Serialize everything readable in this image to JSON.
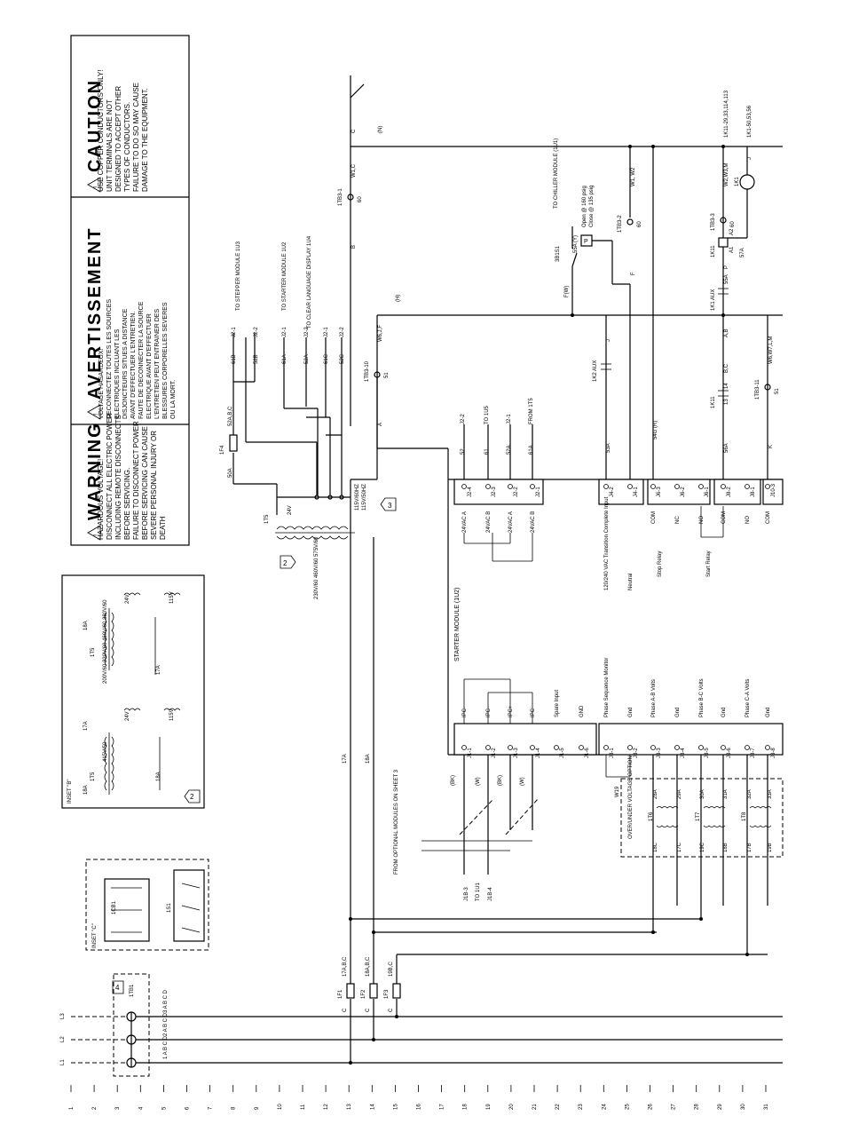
{
  "warning": {
    "title": "WARNING",
    "lines": [
      "HAZARDOUS VOLTAGE!",
      "DISCONNECT ALL ELECTRIC POWER",
      "INCLUDING REMOTE DISCONNECTS",
      "BEFORE SERVICING.",
      "FAILURE TO DISCONNECT POWER",
      "BEFORE SERVICING CAN CAUSE",
      "SEVERE PERSONAL INJURY OR",
      "DEATH"
    ]
  },
  "avertissement": {
    "title": "AVERTISSEMENT",
    "lines": [
      "VOLTAGE HASARDEUX!",
      "DECONNECTEZ TOUTES LES SOURCES",
      "ELECTRIQUES INCLUANT LES",
      "DISJONCTEURS SITUES A DISTANCE",
      "AVANT D'EFFECTUER L'ENTRETIEN.",
      "FAUTE DE DECONNECTER LA SOURCE",
      "ELECTRIQUE AVANT D'EFFECTUER",
      "L'ENTRETIEN PEUT ENTRAINER DES",
      "BLESSURES CORPORELLES SEVERES",
      "OU LA MORT."
    ]
  },
  "caution": {
    "title": "CAUTION",
    "lines": [
      "USE COPPER CONDUCTORS ONLY!",
      "UNIT TERMINALS ARE NOT",
      "DESIGNED TO ACCEPT OTHER",
      "TYPES OF CONDUCTORS.",
      "FAILURE TO DO SO MAY CAUSE",
      "DAMAGE TO THE EQUIPMENT."
    ]
  },
  "line_numbers": [
    "1",
    "2",
    "3",
    "4",
    "5",
    "6",
    "7",
    "8",
    "9",
    "10",
    "11",
    "12",
    "13",
    "14",
    "15",
    "16",
    "17",
    "18",
    "19",
    "20",
    "21",
    "22",
    "23",
    "24",
    "25",
    "26",
    "27",
    "28",
    "29",
    "30",
    "31"
  ],
  "power_in": {
    "terminal_block": "1TB1",
    "lines": [
      "L1",
      "L2",
      "L3"
    ],
    "phase_labels": [
      "1 A B C D",
      "2 A B C D",
      "3 A B C D"
    ],
    "fuses": [
      "1F1",
      "1F2",
      "1F3"
    ],
    "fuse_wires": [
      "17A,B,C",
      "18A,B,C",
      "19B,C"
    ],
    "c_labels": [
      "C",
      "C",
      "C"
    ],
    "note": "4"
  },
  "inset_c": {
    "label": "INSET \"C\"",
    "breaker": "1CB1",
    "switch": "1S1"
  },
  "inset_b": {
    "label": "INSET \"B\"",
    "note": "2",
    "voltage_a": "415V/50",
    "voltage_b": "200V/60  230V/60  460V/60  380V/60",
    "t_labels": [
      "1T5",
      "1T5"
    ],
    "wires": [
      "18A",
      "17A",
      "18A",
      "17A"
    ],
    "coil_labels": [
      "24V",
      "115V",
      "24V",
      "115V"
    ]
  },
  "transformer": {
    "name": "1T5",
    "primary": "230V/60  460V/60  575V/60",
    "secondary_a": "115V/60HZ",
    "secondary_b": "115V/50HZ",
    "low_voltage": "24V",
    "notes": [
      "2",
      "3"
    ],
    "fuse": "1F4",
    "fuse_wire": "52A,B,C",
    "wire_50a": "50A",
    "wire_17a": "17A",
    "wire_18a": "18A"
  },
  "feeds": [
    {
      "wire": "61B",
      "pin": "J2-1",
      "to": "TO STEPPER MODULE 1U3"
    },
    {
      "wire": "52B",
      "pin": "J2-2",
      "to": ""
    },
    {
      "wire": "61A",
      "pin": "J2-1",
      "to": "TO STARTER MODULE 1U2"
    },
    {
      "wire": "52A",
      "pin": "J2-2",
      "to": ""
    },
    {
      "wire": "61C",
      "pin": "J2-1",
      "to": "TO CLEAR LANGUAGE DISPLAY 1U4"
    },
    {
      "wire": "52C",
      "pin": "J2-2",
      "to": ""
    }
  ],
  "control": {
    "neutral": "(N)",
    "hot": "(H)",
    "tb3_1": "1TB3-1",
    "tb3_1_num": "60",
    "tb3_2": "1TB3-2",
    "tb3_2_num": "60",
    "tb3_3": "1TB3-3",
    "tb3_3_num": "60",
    "tb3_10": "1TB3-10",
    "tb3_10_num": "51",
    "tb3_11": "1TB3-11",
    "tb3_11_num": "51",
    "w1c": "W1,C",
    "w1w2": "W1, W2",
    "w2w3m": "W2,W3,M",
    "w6jf": "W6,J,F",
    "w6w7lm": "W6,W7,L,M",
    "wire_c": "C",
    "wire_b": "B",
    "wire_a": "A",
    "wire_j": "J",
    "wire_f": "F",
    "wire_fw": "F(W)",
    "wire_k": "K",
    "wire_p": "P",
    "wire_ab": "A,B",
    "wire_bc": "B,C",
    "wire_57a": "57A",
    "wire_56a": "56A",
    "wire_53a": "53A",
    "wire_54g": "54G (R)",
    "wire_55a": "55A",
    "switch": "3B1S1",
    "switch_wire": "55A (Y)",
    "switch_open": "Open @ 160 psig",
    "switch_close": "Close @ 135 psig",
    "chiller": "TO CHILLER MODULE (1U1)",
    "k2aux": "1K2 AUX",
    "k1aux": "1K1 AUX",
    "k11": "1K11",
    "k11b": "1K11",
    "k1": "1K1",
    "a1": "A1",
    "a2": "A2",
    "c13": "13",
    "c14": "14",
    "refs_top": "1K11-29,33,114,113",
    "refs_mid": "1K1-50,53,56"
  },
  "starter": {
    "name": "STARTER MODULE (1U2)",
    "j2": [
      {
        "pin": "J2-4",
        "label": "24VAC A",
        "wire": "52",
        "to": "J2-2"
      },
      {
        "pin": "J2-3",
        "label": "24VAC B",
        "wire": "61",
        "to": "TO 1U5"
      },
      {
        "pin": "J2-2",
        "label": "24VAC A",
        "wire": "52A",
        "to": "J2-1"
      },
      {
        "pin": "J2-1",
        "label": "24VAC B",
        "wire": "61A",
        "to": "FROM 1T5"
      }
    ],
    "j4": [
      {
        "pin": "J4-2",
        "label": "120/240 VAC Transition Complete Input"
      },
      {
        "pin": "J4-1",
        "label": "Neutral"
      }
    ],
    "j6": [
      {
        "pin": "J6-3",
        "label": "COM"
      },
      {
        "pin": "J6-2",
        "label": "NC"
      },
      {
        "pin": "J6-1",
        "label": "NO"
      }
    ],
    "j6_name": "Stop Relay",
    "j8": [
      {
        "pin": "J8-2",
        "label": "COM"
      },
      {
        "pin": "J8-1",
        "label": "NO"
      }
    ],
    "j8_name": "Start Relay",
    "j10": [
      {
        "pin": "J10-3",
        "label": "COM"
      }
    ],
    "j1": [
      {
        "pin": "J1-1",
        "label": "IPC-"
      },
      {
        "pin": "J1-2",
        "label": "IPC-"
      },
      {
        "pin": "J1-3",
        "label": "IPC+"
      },
      {
        "pin": "J1-4",
        "label": "IPC"
      },
      {
        "pin": "J1-5",
        "label": "Spare Input"
      },
      {
        "pin": "J1-6",
        "label": "GND"
      }
    ],
    "j3": [
      {
        "pin": "J3-1",
        "label": "Phase Sequence Monitor"
      },
      {
        "pin": "J3-2",
        "label": "Gnd"
      },
      {
        "pin": "J3-3",
        "label": "Phase A-B Volts"
      },
      {
        "pin": "J3-4",
        "label": "Gnd"
      },
      {
        "pin": "J3-5",
        "label": "Phase B-C Volts"
      },
      {
        "pin": "J3-6",
        "label": "Gnd"
      },
      {
        "pin": "J3-7",
        "label": "Phase C-A Volts"
      },
      {
        "pin": "J3-8",
        "label": "Gnd"
      }
    ],
    "w19": "W19",
    "bk": [
      "(BK)",
      "(W)",
      "(BK)",
      "(W)"
    ],
    "from_optional": "FROM OPTIONAL MODULES ON SHEET 3",
    "j1b": [
      "J1B-3",
      "J1B-4"
    ],
    "to_1u1": "TO 1U1"
  },
  "over_under": {
    "label": "OVER/UNDER VOLTAGE OPTION",
    "transformers": [
      "1T6",
      "1T7",
      "1T8"
    ],
    "wires": [
      "28A",
      "29A",
      "30A",
      "31A",
      "32A",
      "33A",
      "18C",
      "17C",
      "19C",
      "18B",
      "17B",
      "19B"
    ]
  }
}
